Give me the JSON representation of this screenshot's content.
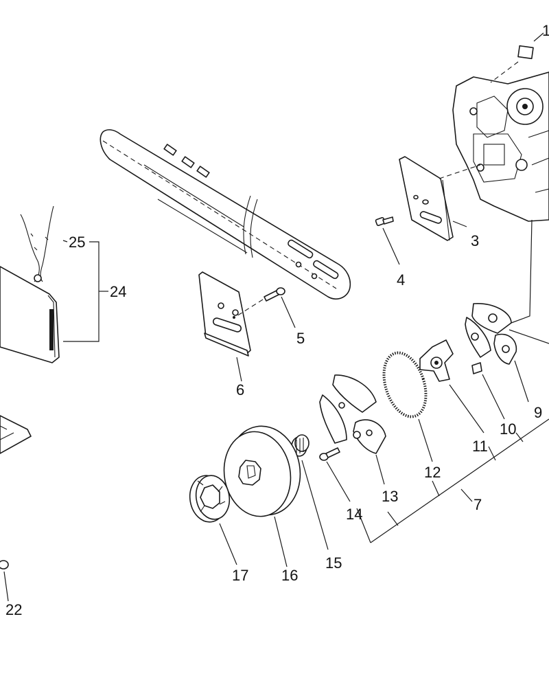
{
  "callouts": {
    "c1": "1",
    "c3": "3",
    "c4": "4",
    "c5": "5",
    "c6": "6",
    "c7": "7",
    "c9": "9",
    "c10": "10",
    "c11": "11",
    "c12": "12",
    "c13": "13",
    "c14": "14",
    "c15": "15",
    "c16": "16",
    "c17": "17",
    "c22": "22",
    "c24": "24",
    "c25": "25"
  }
}
